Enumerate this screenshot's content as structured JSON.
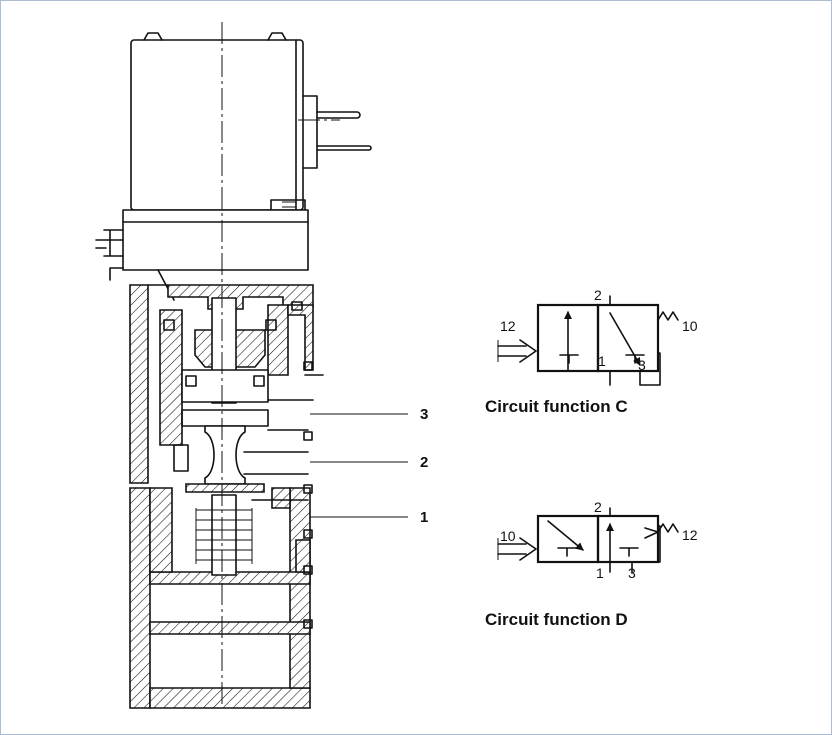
{
  "callouts": [
    "3",
    "2",
    "1"
  ],
  "symbol_c": {
    "caption": "Circuit function C",
    "port_pilot": "12",
    "port_spring": "10",
    "port_out": "2",
    "port_in": "1",
    "port_exh": "3"
  },
  "symbol_d": {
    "caption": "Circuit function D",
    "port_pilot": "10",
    "port_spring": "12",
    "port_out": "2",
    "port_in": "1",
    "port_exh": "3"
  }
}
